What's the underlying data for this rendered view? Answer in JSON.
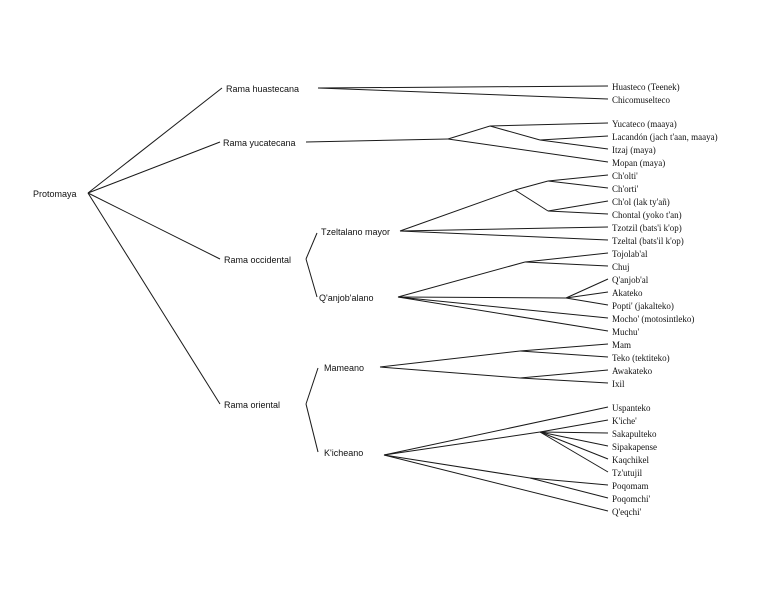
{
  "tree": {
    "root": "Protomaya",
    "branches": {
      "huastecana": "Rama huastecana",
      "yucatecana": "Rama yucatecana",
      "occidental": "Rama occidental",
      "oriental": "Rama oriental"
    },
    "subgroups": {
      "tzeltalano": "Tzeltalano mayor",
      "qanjobalano": "Q'anjob'alano",
      "mameano": "Mameano",
      "kicheano": "K'icheano"
    },
    "languages": [
      "Huasteco (Teenek)",
      "Chicomuselteco",
      "Yucateco (maaya)",
      "Lacandón (jach t'aan, maaya)",
      "Itzaj (maya)",
      "Mopan (maya)",
      "Ch'olti'",
      "Ch'orti'",
      "Ch'ol (lak ty'añ)",
      "Chontal (yoko t'an)",
      "Tzotzil (bats'i k'op)",
      "Tzeltal (bats'il k'op)",
      "Tojolab'al",
      "Chuj",
      "Q'anjob'al",
      "Akateko",
      "Popti' (jakalteko)",
      "Mocho' (motosintleko)",
      "Muchu'",
      "Mam",
      "Teko (tektiteko)",
      "Awakateko",
      "Ixil",
      "Uspanteko",
      "K'iche'",
      "Sakapulteko",
      "Sipakapense",
      "Kaqchikel",
      "Tz'utujil",
      "Poqomam",
      "Poqomchi'",
      "Q'eqchi'"
    ]
  }
}
